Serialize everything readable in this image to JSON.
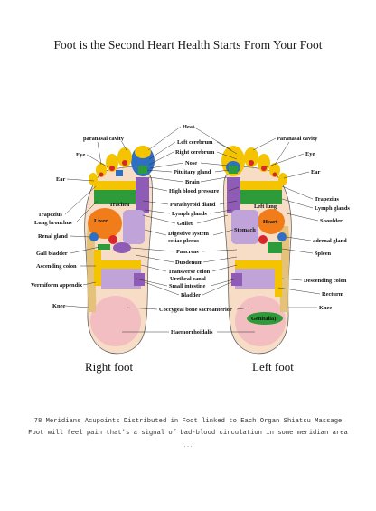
{
  "title": "Foot is the Second Heart Health Starts From Your Foot",
  "feet": {
    "right": "Right foot",
    "left": "Left foot"
  },
  "labels": {
    "heat": "Heat",
    "paranasal_cavity_r": "paranasal  cavity",
    "paranasal_cavity_l": "Paranasal cavity",
    "eye_r": "Eye",
    "eye_l": "Eye",
    "ear_r": "Ear",
    "ear_l": "Ear",
    "left_cerebrum": "Left cerebrum",
    "right_cerebrum": "Right cerebrum",
    "nose": "Nose",
    "pituitary_gland": "Pituitary gland",
    "brain": "Brain",
    "high_blood_pressure": "High blood pressure",
    "parathyroid": "Parathyroid dland",
    "lymph_glands_c": "Lymph glands",
    "gullet": "Gullet",
    "digestive": "Digestive system",
    "celiac": "celiac plexus",
    "pancreas": "Pancreas",
    "duodenum": "Duodenum",
    "transverse_colon": "Transverse colon",
    "urethral_canal": "Urethral canal",
    "small_intestine": "Small intestine",
    "bladder": "Bladder",
    "coccygeal": "Coccygeal bone sacroanterior",
    "haemorrhoidalis": "Haemorrhoidalis",
    "trapezius_r": "Trapezius",
    "trapezius_l": "Trapezius",
    "lung_bronchus": "Lung bronchus",
    "renal_gland": "Renal gland",
    "gall_bladder": "Gall bladder",
    "ascending_colon": "Ascending colon",
    "vermiform": "Vermiform appendix",
    "knee_r": "Knee",
    "knee_l": "Knee",
    "lymph_glands_l": "Lymph glands",
    "shoulder": "Shoulder",
    "adrenal": "adrenal gland",
    "spleen": "Spleen",
    "descending_colon": "Descending colon",
    "recturm": "Recturm",
    "trachea": "Trachea",
    "liver": "Liver",
    "left_lung": "Left lung",
    "heart": "Heart",
    "stomach": "Stomach",
    "genitalia": "Genitalia)"
  },
  "caption": {
    "line1": "78 Meridians Acupoints Distributed in Foot linked to Each Organ Shiatsu Massage",
    "line2": "Foot will feel pain that's a signal of bad-blood circulation in some meridian area",
    "line3": "..."
  },
  "colors": {
    "yellow": "#f4c400",
    "orange": "#f07c1a",
    "purple": "#8e5bb5",
    "lavender": "#c0a3d8",
    "green": "#2e9b3a",
    "blue": "#2f6fc1",
    "red": "#d8262b",
    "pink": "#f2b8c0",
    "peach": "#f7dcc6",
    "skin": "#f3c9a8",
    "cream": "#fae8c8"
  }
}
